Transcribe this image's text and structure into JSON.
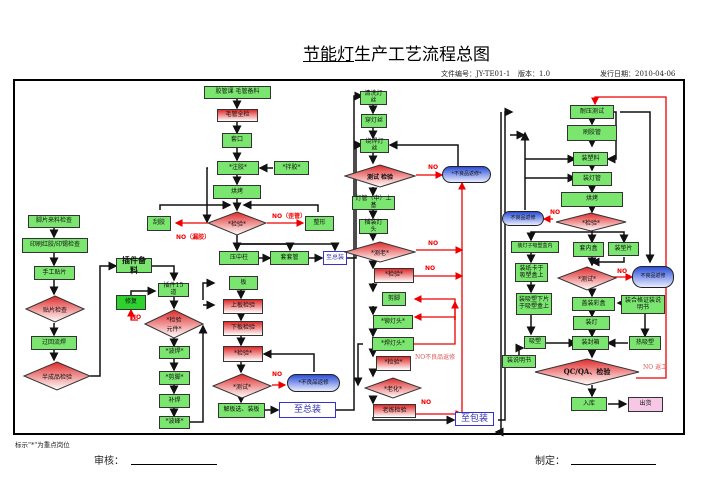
{
  "header": {
    "title_underlined": "节能灯",
    "title_rest": "生产工艺流程总图",
    "doc_no": "文件编号：JY-TE01-1",
    "version": "版本：1.0",
    "issue_date": "发行日期：2010-04-06"
  },
  "col1": {
    "n1": "脚片来料检查",
    "n2": "印刷红胶/印锡检查",
    "n3": "手工贴片",
    "d1": "贴片检查",
    "n4": "过回流焊",
    "d2": "半成品检验"
  },
  "col2": {
    "n1": "插件备料",
    "n2": "插件15道",
    "n3": "修复",
    "d1": "*检验\n元件*",
    "n4": "*波焊*",
    "n5": "*剪脚*",
    "n6": "补焊",
    "n7": "*波峰*",
    "no": "NO"
  },
  "col3": {
    "n1": "胶管课 毛管备料",
    "n2": "毛管全检",
    "n3": "套口",
    "n4": "*注胶*",
    "n5": "*拌胶*",
    "n6": "烘烤",
    "d1": "*检验*",
    "left": "刮胶",
    "right": "整形",
    "no_left": "NO（漏胶）",
    "no_right": "NO（歪管）",
    "n7": "压中柱",
    "n8": "套套管",
    "to_assembly": "至总装",
    "b1": "板",
    "b2": "上板检验",
    "b3": "下板检验",
    "b4": "*检验*",
    "d2": "*测试*",
    "reject": "*不良品返修",
    "no2": "NO",
    "b5": "解板选、装板",
    "to_assembly2": "至总装"
  },
  "col4": {
    "n1": "清洗灯丝",
    "n2": "穿灯丝",
    "n3": "绕焊灯丝",
    "d1": "测试 检验",
    "reject": "*不良品返修*",
    "no1": "NO",
    "n4": "灯管（中）上基",
    "n5": "插装灯头",
    "d2": "*测老*",
    "no2": "NO",
    "n6": "*检验*",
    "no3": "NO",
    "n7": "剪脚",
    "n8": "*铆灯头*",
    "n9": "*焊灯头*",
    "n10": "*检验*",
    "no4": "NO不良品返修",
    "d3": "*老化*",
    "n11": "老练检验",
    "no5": "NO",
    "to_pack": "至包装"
  },
  "col5": {
    "n1": "耐压测试",
    "n2": "刷胶管",
    "n3": "装塑料",
    "n4": "装灯管",
    "n5": "烘烤",
    "d1": "*检验*",
    "reject1": "不良品返修",
    "no1": "NO",
    "n6": "装灯子吸塑盒内",
    "n7": "套内盒",
    "n8": "装垫片",
    "n9": "装纸卡于吸塑盒上",
    "d2": "*测试*",
    "no2": "NO",
    "reject2": "不良品返修",
    "n10": "装吸塑下片于吸塑盒上",
    "n11": "盖装彩盒",
    "n12": "装合格证装说明书",
    "n13": "装灯",
    "n14": "吸塑",
    "n15": "装封箱",
    "n16": "热吸塑",
    "n17": "装说明书",
    "d3": "QC/QA、检验",
    "no3": "NO 返工",
    "n18": "入库",
    "n19": "出货"
  },
  "footer": {
    "note": "标示\"*\"为重点岗位",
    "review": "审核：",
    "made": "制定："
  }
}
